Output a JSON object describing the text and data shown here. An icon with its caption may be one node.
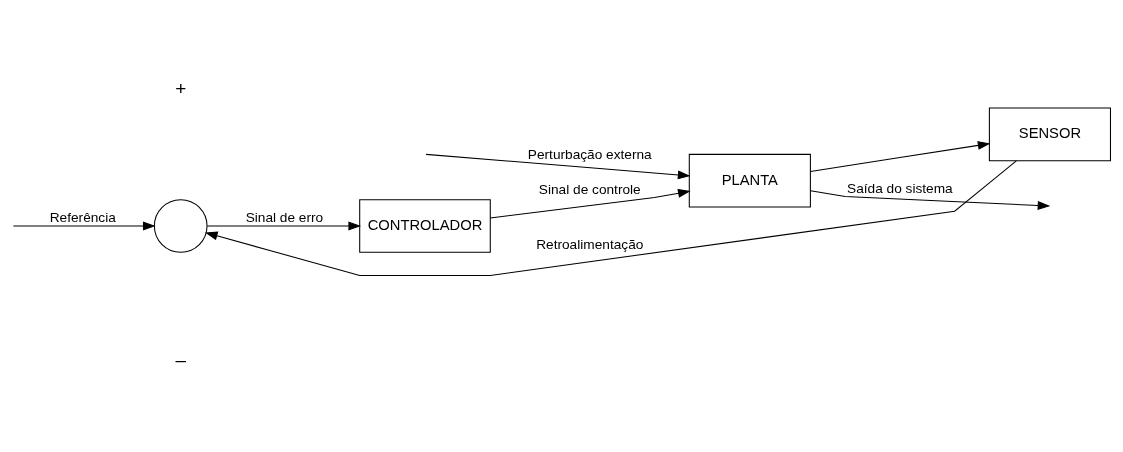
{
  "diagram": {
    "nodes": [
      {
        "text": [],
        "shape": "circle"
      },
      {
        "text": [
          "CONTROLADOR"
        ]
      },
      {
        "text": [
          "PLANTA"
        ]
      },
      {
        "text": [
          "SENSOR"
        ]
      }
    ],
    "edges": [
      {
        "from": null,
        "to": 0,
        "arrow": "to",
        "label": "Referência"
      },
      {
        "from": 0,
        "to": 1,
        "arrow": "to",
        "label": "Sinal de erro"
      },
      {
        "from": 1,
        "to": 2,
        "arrow": "to",
        "label": "Sinal de controle"
      },
      {
        "from": null,
        "to": 2,
        "arrow": "to",
        "label": "Perturbação externa"
      },
      {
        "from": 2,
        "to": null,
        "arrow": "to",
        "label": "Saída do sistema"
      },
      {
        "from": 2,
        "to": 3,
        "arrow": "to"
      },
      {
        "from": 3,
        "to": 0,
        "arrow": "to",
        "label": "Retroalimentação"
      }
    ],
    "labels": [
      "+",
      "–"
    ]
  }
}
